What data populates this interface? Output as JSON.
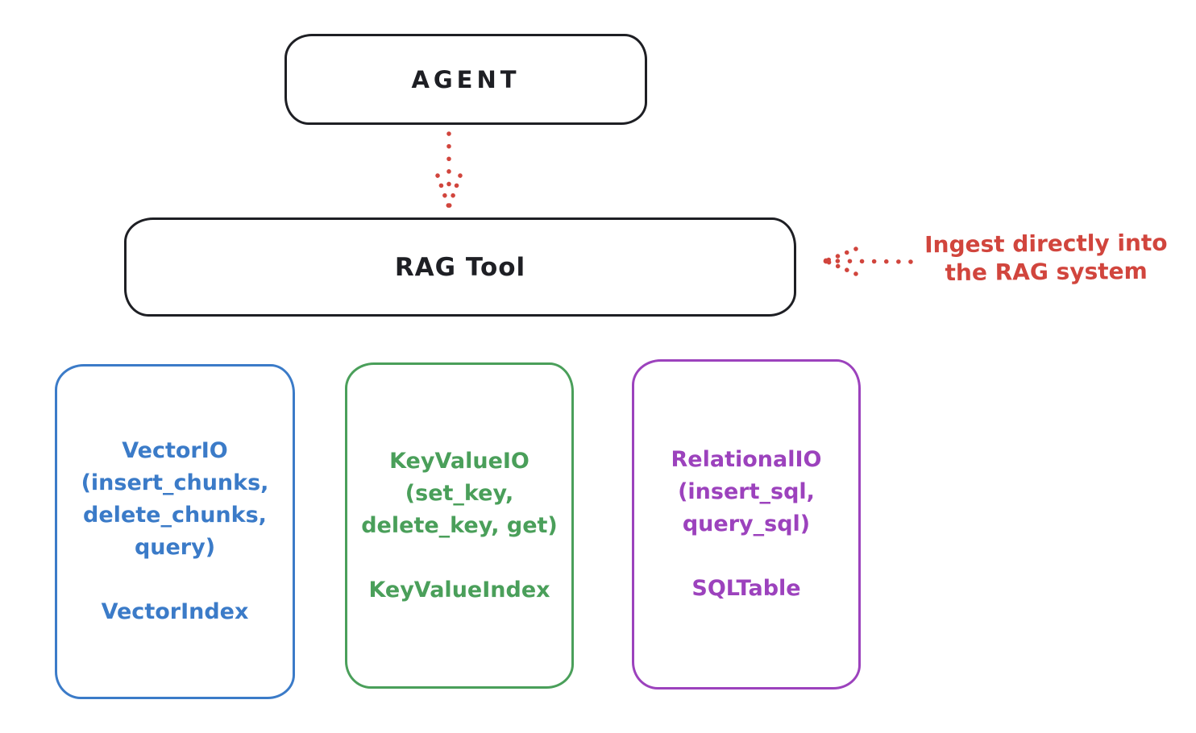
{
  "diagram": {
    "agent": {
      "label": "AGENT"
    },
    "rag_tool": {
      "label": "RAG Tool"
    },
    "ingest_annotation": {
      "line1": "Ingest directly into",
      "line2": "the RAG system"
    },
    "io_boxes": [
      {
        "id": "vector",
        "title_lines": [
          "VectorIO",
          "(insert_chunks,",
          "delete_chunks,",
          "query)"
        ],
        "index_label": "VectorIndex",
        "color": "#3b7bc8"
      },
      {
        "id": "keyvalue",
        "title_lines": [
          "KeyValueIO",
          "(set_key,",
          "delete_key, get)"
        ],
        "index_label": "KeyValueIndex",
        "color": "#4a9f5a"
      },
      {
        "id": "relational",
        "title_lines": [
          "RelationalIO",
          "(insert_sql,",
          "query_sql)"
        ],
        "index_label": "SQLTable",
        "color": "#9c42bd"
      }
    ],
    "arrows": [
      {
        "id": "agent-to-ragtool",
        "style": "dotted",
        "direction": "down",
        "color": "#d1453d"
      },
      {
        "id": "annotation-to-ragtool",
        "style": "dotted",
        "direction": "left",
        "color": "#d1453d"
      }
    ],
    "colors": {
      "ink": "#1e1f24",
      "red": "#d1453d",
      "blue": "#3b7bc8",
      "green": "#4a9f5a",
      "purple": "#9c42bd",
      "background": "#ffffff"
    }
  }
}
